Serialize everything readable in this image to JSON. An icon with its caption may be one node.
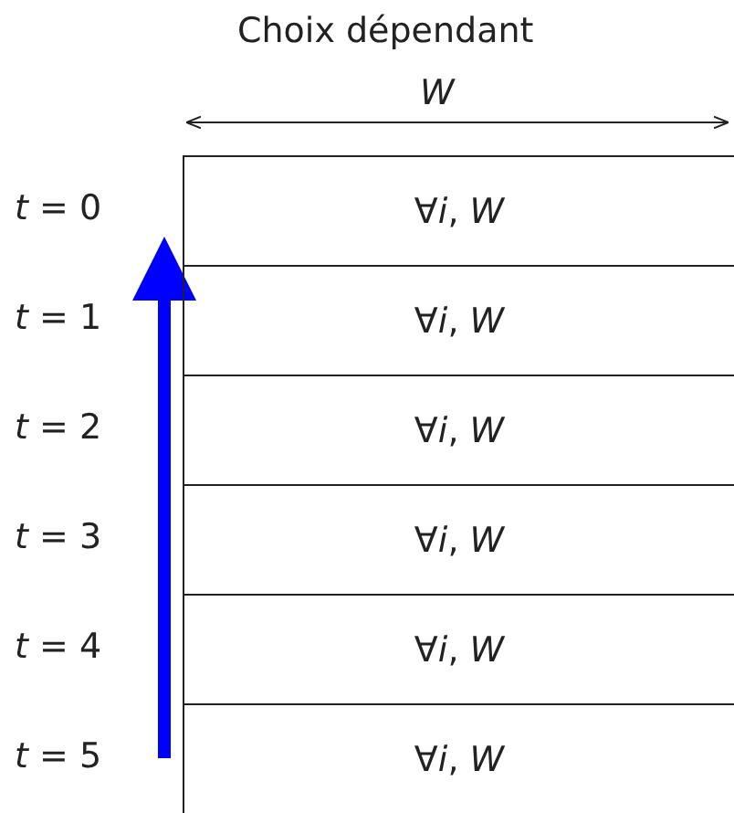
{
  "diagram": {
    "title": "Choix dépendant",
    "nodes": [
      {
        "text": [
          "∀*i*, *W*"
        ]
      },
      {
        "text": [
          "∀*i*, *W*"
        ]
      },
      {
        "text": [
          "∀*i*, *W*"
        ]
      },
      {
        "text": [
          "∀*i*, *W*"
        ]
      },
      {
        "text": [
          "∀*i*, *W*"
        ]
      },
      {
        "text": [
          "∀*i*, *W*"
        ]
      }
    ],
    "labels": [
      "W",
      "*t* = 0",
      "*t* = 1",
      "*t* = 2",
      "*t* = 3",
      "*t* = 4",
      "*t* = 5"
    ]
  }
}
